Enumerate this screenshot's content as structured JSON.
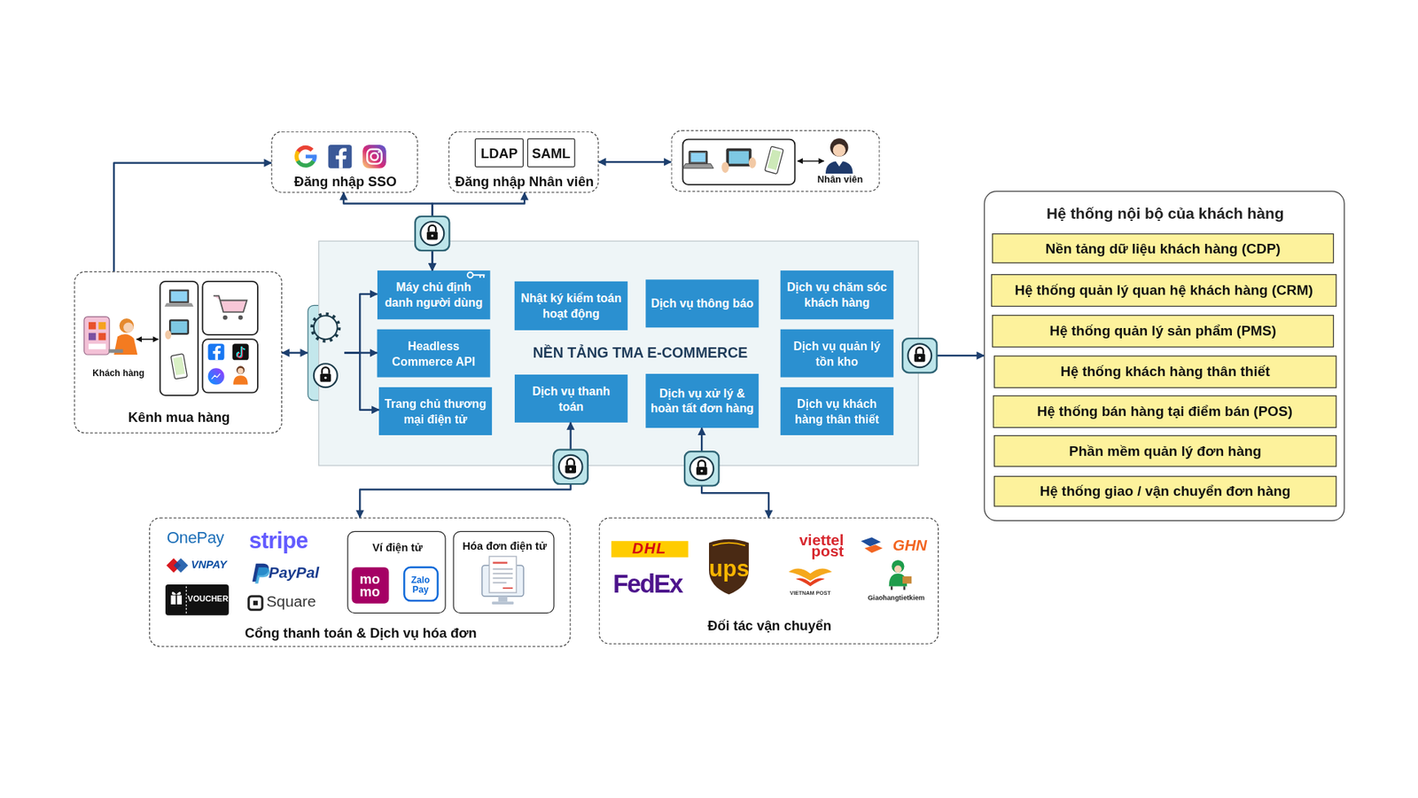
{
  "diagram": {
    "nodes": [
      {
        "text": [
          "Đăng nhập SSO"
        ]
      },
      {
        "text": [
          "Đăng nhập Nhân viên"
        ]
      },
      {
        "text": [
          "LDAP"
        ],
        "in": 1
      },
      {
        "text": [
          "SAML"
        ],
        "in": 1
      },
      {
        "text": [
          "Nhân viên"
        ]
      },
      {
        "text": [
          "Kênh mua hàng"
        ]
      },
      {
        "text": [
          "API"
        ]
      },
      {
        "text": [
          "NỀN TẢNG TMA E-COMMERCE"
        ]
      },
      {
        "text": [
          "Máy chủ định danh người dùng"
        ],
        "in": 7
      },
      {
        "text": [
          "Headless Commerce API"
        ],
        "in": 7
      },
      {
        "text": [
          "Trang chủ thương mại điện tử"
        ],
        "in": 7
      },
      {
        "text": [
          "Nhật ký kiểm toán hoạt động"
        ],
        "in": 7
      },
      {
        "text": [
          "Dịch vụ thông báo"
        ],
        "in": 7
      },
      {
        "text": [
          "Dịch vụ thanh toán"
        ],
        "in": 7
      },
      {
        "text": [
          "Dịch vụ xử lý & hoàn tất đơn hàng"
        ],
        "in": 7
      },
      {
        "text": [
          "Dịch vụ chăm sóc khách hàng"
        ],
        "in": 7
      },
      {
        "text": [
          "Dịch vụ quản lý tồn kho"
        ],
        "in": 7
      },
      {
        "text": [
          "Dịch vụ khách hàng thân thiết"
        ],
        "in": 7
      },
      {
        "text": [
          "Hệ thống nội bộ của khách hàng"
        ]
      },
      {
        "text": [
          "Nền tảng dữ liệu khách hàng (CDP)"
        ],
        "in": 18
      },
      {
        "text": [
          "Hệ thống quản lý quan hệ khách hàng (CRM)"
        ],
        "in": 18
      },
      {
        "text": [
          "Hệ thống quản lý sản phẩm (PMS)"
        ],
        "in": 18
      },
      {
        "text": [
          "Hệ thống khách hàng thân thiết"
        ],
        "in": 18
      },
      {
        "text": [
          "Hệ thống bán hàng tại điểm bán (POS)"
        ],
        "in": 18
      },
      {
        "text": [
          "Phần mềm quản lý đơn hàng"
        ],
        "in": 18
      },
      {
        "text": [
          "Hệ thống giao / vận chuyển đơn hàng"
        ],
        "in": 18
      },
      {
        "text": [
          "Cổng thanh toán & Dịch vụ hóa đơn"
        ]
      },
      {
        "text": [
          "Ví điện tử"
        ],
        "in": 26
      },
      {
        "text": [
          "Hóa đơn điện tử"
        ],
        "in": 26
      },
      {
        "text": [
          "Đối tác vận chuyển"
        ]
      }
    ],
    "edges": [
      {
        "from": 5,
        "to": 0,
        "arrow": "to"
      },
      {
        "from": 8,
        "to": 0,
        "arrow": "both"
      },
      {
        "from": 8,
        "to": 1,
        "arrow": "both"
      },
      {
        "from": 1,
        "to": 4,
        "arrow": "both"
      },
      {
        "from": 5,
        "to": 6,
        "arrow": "both"
      },
      {
        "from": 6,
        "to": 8,
        "arrow": "to"
      },
      {
        "from": 6,
        "to": 9,
        "arrow": "to"
      },
      {
        "from": 6,
        "to": 10,
        "arrow": "to"
      },
      {
        "from": 7,
        "to": 18,
        "arrow": "both"
      },
      {
        "from": 13,
        "to": 26,
        "arrow": "both"
      },
      {
        "from": 14,
        "to": 29,
        "arrow": "both"
      }
    ],
    "labels": [
      "Khách hàng",
      "OnePay",
      "stripe",
      "VNPAY",
      "PayPal",
      "VOUCHER",
      "Square",
      "mo mo",
      "Zalo Pay",
      "DHL",
      "FedEx",
      "ups",
      "viettel post",
      "VIETNAM POST",
      "GHN",
      "Giaohangtietkiem"
    ]
  }
}
